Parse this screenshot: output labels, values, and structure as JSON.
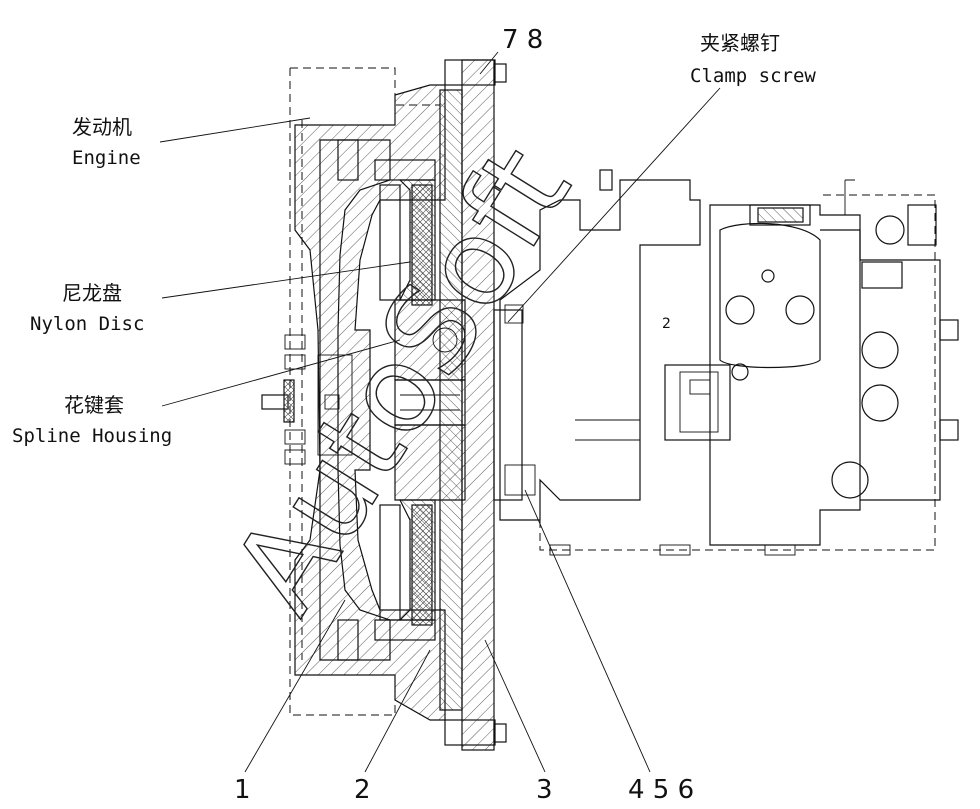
{
  "labels": {
    "engine_cn": "发动机",
    "engine_en": "Engine",
    "nylon_cn": "尼龙盘",
    "nylon_en": "Nylon Disc",
    "spline_cn": "花键套",
    "spline_en": "Spline Housing",
    "clamp_cn": "夹紧螺钉",
    "clamp_en": "Clamp screw"
  },
  "callouts": {
    "top_right": "7 8",
    "n1": "1",
    "n2": "2",
    "n3": "3",
    "n456": "4 5 6"
  },
  "watermark": "AutoSoft"
}
